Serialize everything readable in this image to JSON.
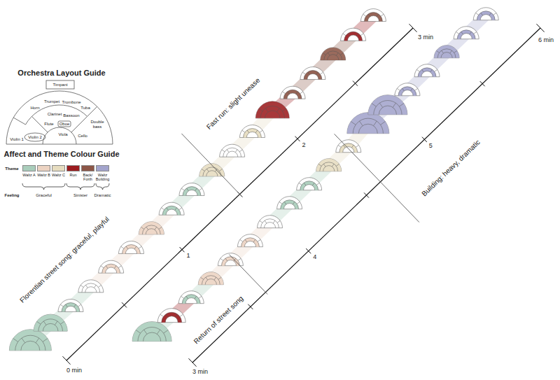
{
  "diagram": {
    "labels": [
      "Orchestra Layout Guide",
      "Timpani",
      "Trumpet",
      "Trombone",
      "Tuba",
      "Horn",
      "Clarinet",
      "Bassoon",
      "Double bass",
      "Flute",
      "Oboe",
      "Violin 2",
      "Viola",
      "Cello",
      "Violin 1",
      "Affect and Theme Colour Guide",
      "Theme",
      "Feeling",
      "Graceful",
      "Sinister",
      "Dramatic",
      "Florentian street song: graceful, playful",
      "Fast run: slight unease",
      "Return of street song",
      "Building: heavy, dramatic",
      "0 min",
      "1",
      "2",
      "3 min",
      "3 min",
      "4",
      "5",
      "6 min"
    ],
    "legend": [
      {
        "text": "Waltz A",
        "color": "#a9cdbb"
      },
      {
        "text": "Waltz B",
        "color": "#ecd3c2"
      },
      {
        "text": "Waltz C",
        "color": "#e6dcbf"
      },
      {
        "text": "Run",
        "color": "#9b1c1f"
      },
      {
        "text": "Back/ Forth",
        "color": "#8c5647"
      },
      {
        "text": "Waltz Building",
        "color": "#a3a4cc"
      }
    ]
  }
}
